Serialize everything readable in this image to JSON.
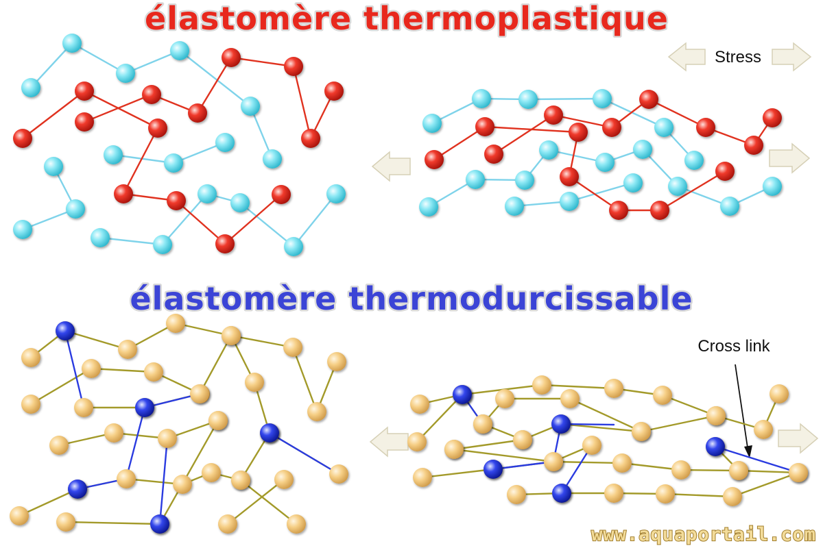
{
  "titles": {
    "thermoplastic": "élastomère thermoplastique",
    "thermoset": "élastomère thermodurcissable"
  },
  "labels": {
    "stress": "Stress",
    "cross_link": "Cross link",
    "watermark": "www.aquaportail.com"
  },
  "colors": {
    "title_red": "#e8281d",
    "title_blue": "#3b44d6",
    "title_outline": "#d9d9d9",
    "cyan_chain": "#7fd3ea",
    "red_chain": "#e0321f",
    "olive_chain": "#a39a2a",
    "crosslink_blue": "#2a3be0",
    "arrow_fill": "#f4f1e4",
    "watermark_fill": "#f3dc9a"
  },
  "icons": {
    "stress_arrow": "double-headed-arrow-icon",
    "stretch_arrow": "block-arrow-icon",
    "pointer": "pointer-arrow-icon"
  }
}
